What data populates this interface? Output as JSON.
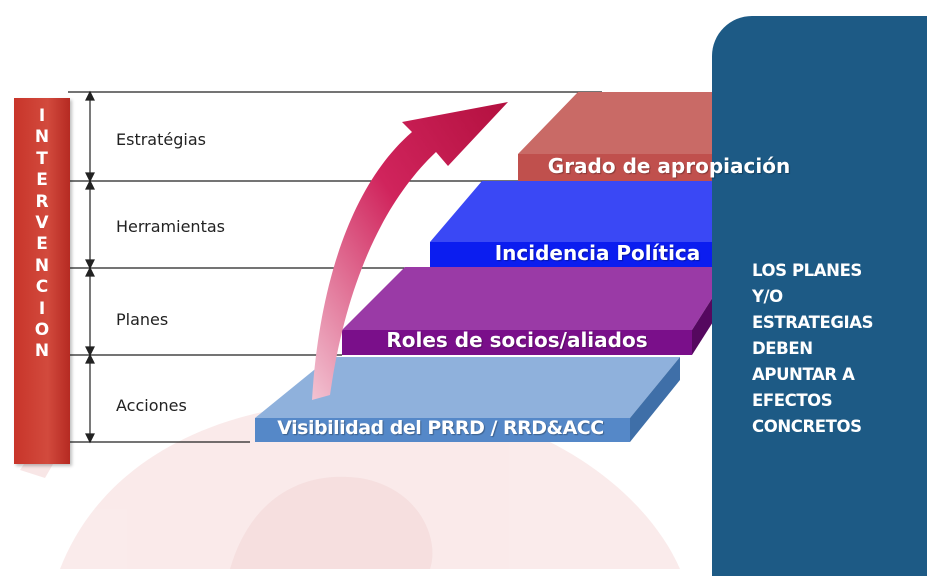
{
  "side_bar": {
    "letters": [
      "I",
      "N",
      "T",
      "E",
      "R",
      "V",
      "E",
      "N",
      "C",
      "I",
      "O",
      "N"
    ]
  },
  "levels": [
    {
      "label": "Estratégias"
    },
    {
      "label": "Herramientas"
    },
    {
      "label": "Planes"
    },
    {
      "label": "Acciones"
    }
  ],
  "steps": [
    {
      "label": "Grado de apropiación",
      "color": "#c0504d"
    },
    {
      "label": "Incidencia Política",
      "color": "#0b1df0"
    },
    {
      "label": "Roles de socios/aliados",
      "color": "#7a0f8a"
    },
    {
      "label": "Visibilidad del PRRD / RRD&ACC",
      "color": "#5588c8"
    }
  ],
  "panel": {
    "text": " LOS PLANES\nY/O\nESTRATEGIAS\nDEBEN\nAPUNTAR A\nEFECTOS\nCONCRETOS",
    "color": "#1d5a85"
  },
  "arrow": {
    "color": "#c8184f"
  }
}
